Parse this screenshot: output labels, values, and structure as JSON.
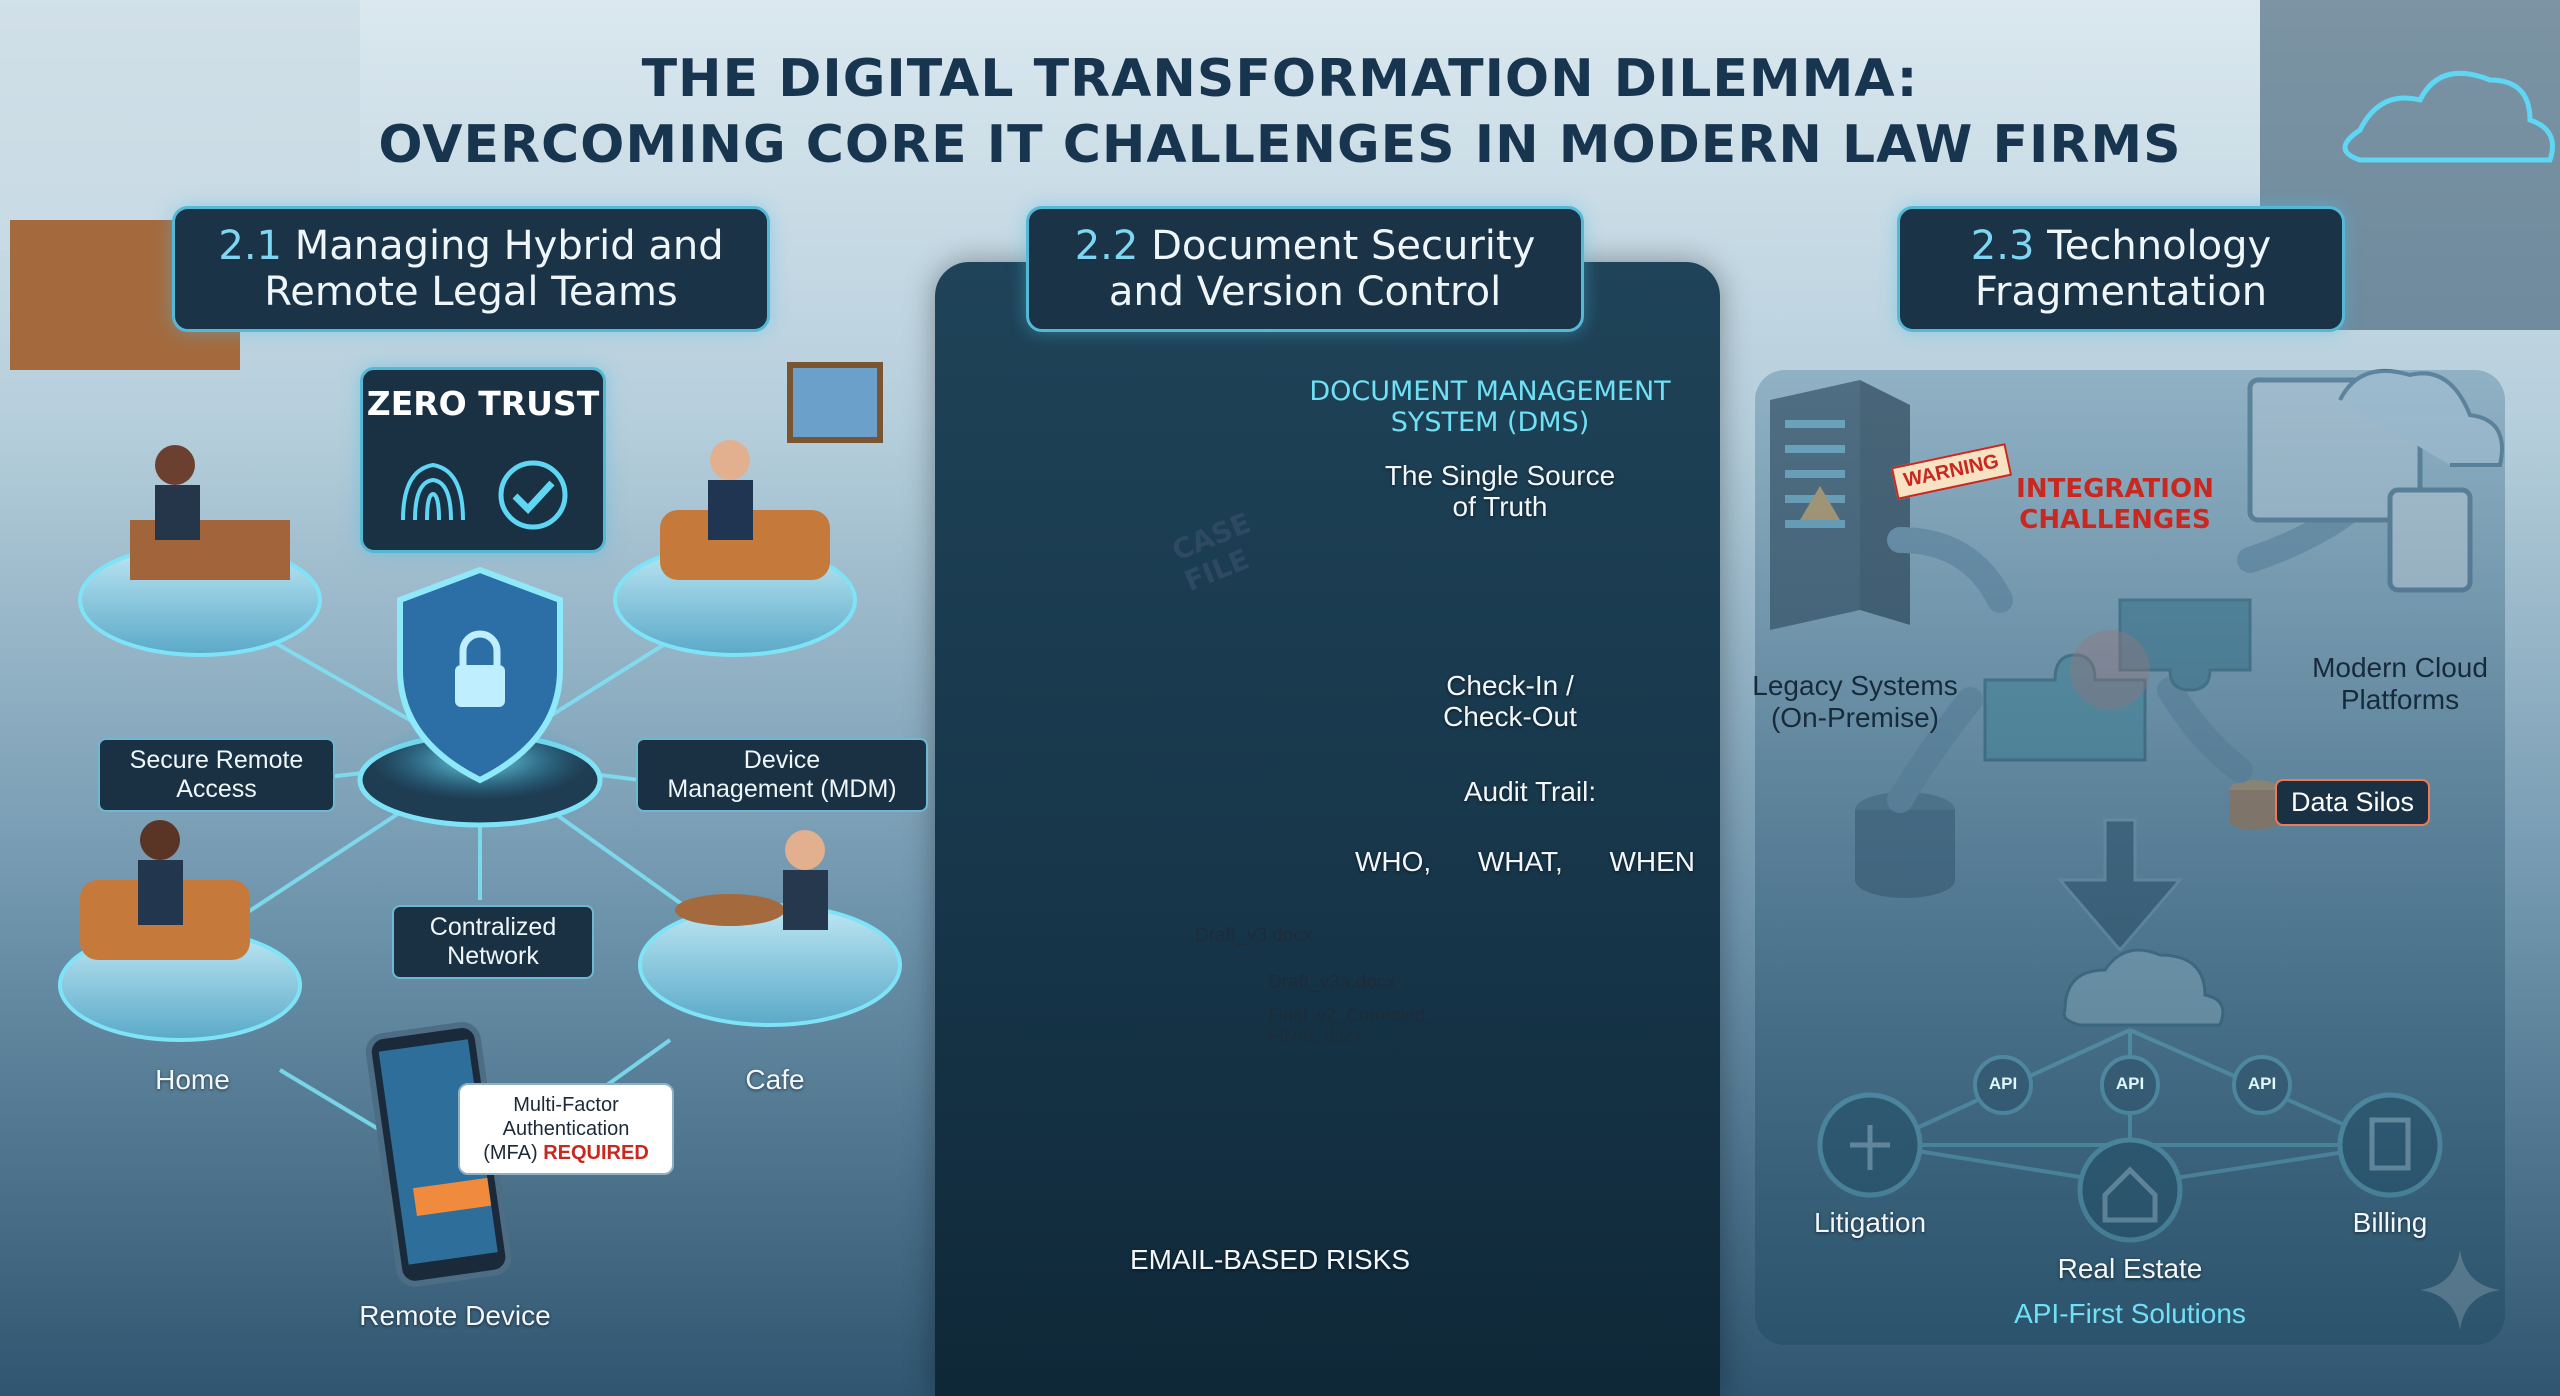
{
  "title": {
    "line1": "THE DIGITAL TRANSFORMATION DILEMMA:",
    "line2": "OVERCOMING CORE IT CHALLENGES IN MODERN LAW FIRMS"
  },
  "sections": {
    "hybrid": {
      "number": "2.1",
      "title_line1": "Managing Hybrid and",
      "title_line2": "Remote Legal Teams",
      "zero_trust": "ZERO TRUST",
      "secure_remote_access_line1": "Secure Remote",
      "secure_remote_access_line2": "Access",
      "device_mgmt_line1": "Device",
      "device_mgmt_line2": "Management (MDM)",
      "network_line1": "Contralized",
      "network_line2": "Network",
      "home": "Home",
      "cafe": "Cafe",
      "remote_device": "Remote Device",
      "mfa_line1": "Multi-Factor",
      "mfa_line2": "Authentication",
      "mfa_line3a": "(MFA)",
      "mfa_line3b": "REQUIRED"
    },
    "document": {
      "number": "2.2",
      "title_line1": "Document Security",
      "title_line2": "and Version Control",
      "dms_line1": "DOCUMENT MANAGEMENT",
      "dms_line2": "SYSTEM (DMS)",
      "sst_line1": "The Single Source",
      "sst_line2": "of Truth",
      "checkin_line1": "Check-In /",
      "checkin_line2": "Check-Out",
      "audit": "Audit Trail:",
      "audit_items": [
        "WHO,",
        "WHAT,",
        "WHEN"
      ],
      "case_file": "CASE FILE",
      "draft1": "Draft_v3.docx",
      "draft2": "Draft_v3a.docx",
      "draft3a": "Final_v2_Corrected_",
      "draft3b": "FINAL.docx",
      "email_risks": "EMAIL-BASED RISKS"
    },
    "tech": {
      "number": "2.3",
      "title_line1": "Technology",
      "title_line2": "Fragmentation",
      "warning": "WARNING",
      "integration_line1": "INTEGRATION",
      "integration_line2": "CHALLENGES",
      "legacy_line1": "Legacy Systems",
      "legacy_line2": "(On-Premise)",
      "cloud_line1": "Modern Cloud",
      "cloud_line2": "Platforms",
      "data_silos": "Data Silos",
      "api": "API",
      "litigation": "Litigation",
      "billing": "Billing",
      "real_estate": "Real Estate",
      "api_first": "API-First Solutions"
    }
  },
  "colors": {
    "accent": "#55b9d6",
    "dark_panel": "#1a3144",
    "danger": "#c8281f",
    "glow": "#6fe0f5"
  }
}
